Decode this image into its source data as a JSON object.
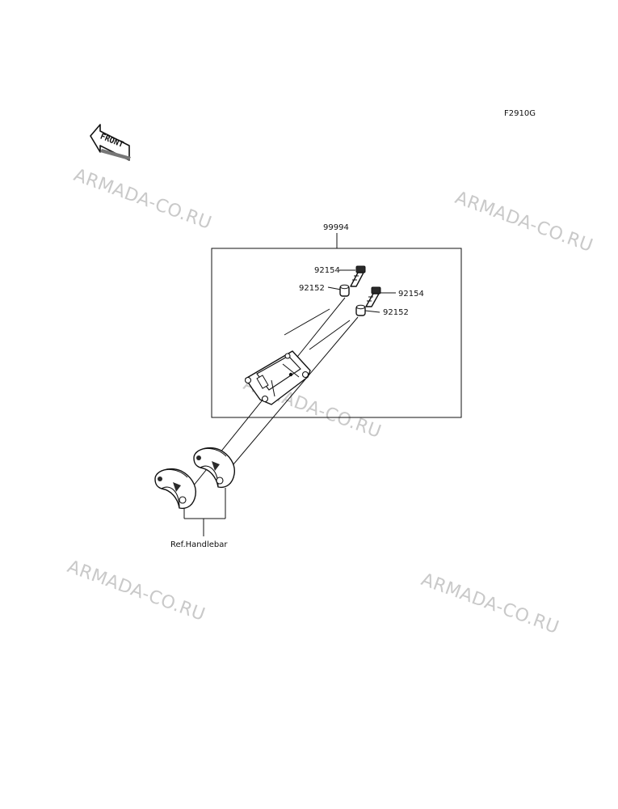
{
  "diagram_code": "F2910G",
  "front_label": "FRONT",
  "kit_number": "99994",
  "parts": [
    {
      "id": "bolt-upper",
      "number": "92154"
    },
    {
      "id": "collar-upper",
      "number": "92152"
    },
    {
      "id": "bolt-lower",
      "number": "92154"
    },
    {
      "id": "collar-lower",
      "number": "92152"
    }
  ],
  "ref_label": "Ref.Handlebar",
  "watermark": "ARMADA-CO.RU"
}
